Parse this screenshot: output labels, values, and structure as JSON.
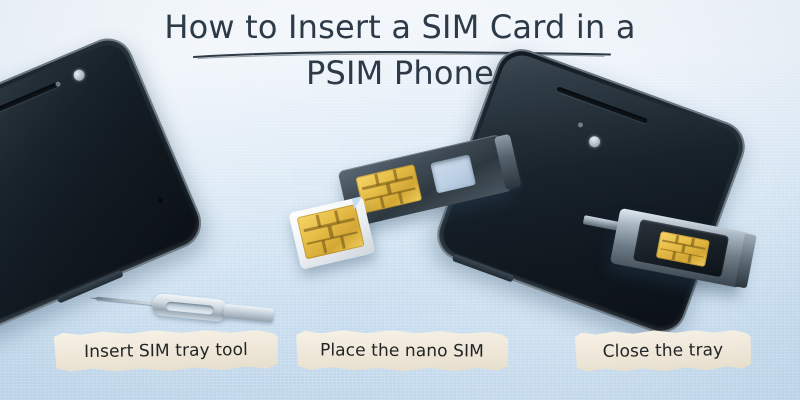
{
  "infographic": {
    "title": {
      "line1": "How to Insert a SIM Card in a",
      "line2": "PSIM Phone",
      "text_color": "#2d3a48",
      "underline_color": "#2f3b47"
    },
    "background": {
      "top_color": "#f3f7fb",
      "bottom_color": "#c2d9ed",
      "texture": "paper-canvas"
    },
    "steps": [
      {
        "id": "step-1",
        "caption": "Insert SIM tray tool",
        "scene": "phone-with-ejector-pin",
        "objects": [
          "phone-corner",
          "sim-ejector-tool",
          "sim-pinhole"
        ]
      },
      {
        "id": "step-2",
        "caption": "Place the nano SIM",
        "scene": "dual-sim-tray-with-loose-card",
        "objects": [
          "sim-tray",
          "gold-sim-in-tray",
          "empty-tray-slot",
          "loose-nano-sim"
        ]
      },
      {
        "id": "step-3",
        "caption": "Close the tray",
        "scene": "phone-with-tray-inserted",
        "objects": [
          "phone-corner",
          "sim-tray-inserted",
          "gold-sim-chip"
        ]
      }
    ],
    "caption_strip": {
      "paper_color": "#f2ece0",
      "text_color": "#222426"
    },
    "device": {
      "body_color": "#1b242d",
      "screen_color": "#131c24",
      "parts": [
        "earpiece-speaker",
        "front-camera",
        "side-button"
      ]
    },
    "sim": {
      "chip_gold": "#e8bf49",
      "card_white": "#eef1f4",
      "tray_metal": "#414d57"
    }
  }
}
